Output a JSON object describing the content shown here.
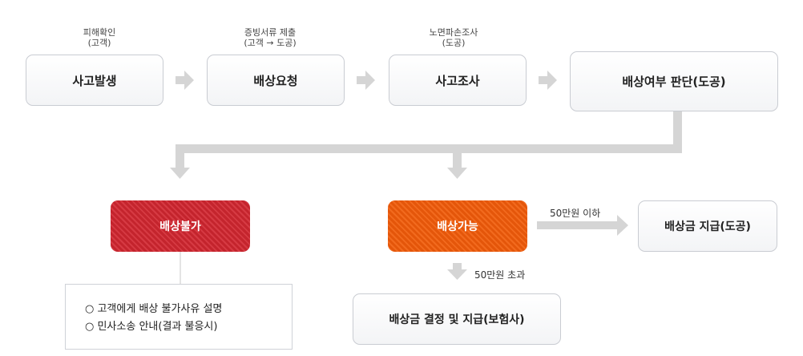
{
  "steps": [
    {
      "label": "사고발생",
      "caption": [
        "피해확인",
        "(고객)"
      ]
    },
    {
      "label": "배상요청",
      "caption": [
        "증빙서류 제출",
        "(고객 → 도공)"
      ]
    },
    {
      "label": "사고조사",
      "caption": [
        "노면파손조사",
        "(도공)"
      ]
    },
    {
      "label": "배상여부 판단(도공)",
      "caption": []
    }
  ],
  "outcomes": {
    "reject": {
      "label": "배상불가",
      "color": "#c4242d"
    },
    "accept": {
      "label": "배상가능",
      "color": "#e4560a"
    }
  },
  "branches": {
    "under": {
      "condition": "50만원 이하",
      "result": "배상금 지급(도공)"
    },
    "over": {
      "condition": "50만원 초과",
      "result": "배상금 결정 및 지급(보험사)"
    }
  },
  "reject_notes": [
    "○ 고객에게 배상 불가사유 설명",
    "○ 민사소송 안내(결과 불응시)"
  ],
  "colors": {
    "arrow": "#d5d5d5",
    "box_border": "#c9ccd2"
  }
}
